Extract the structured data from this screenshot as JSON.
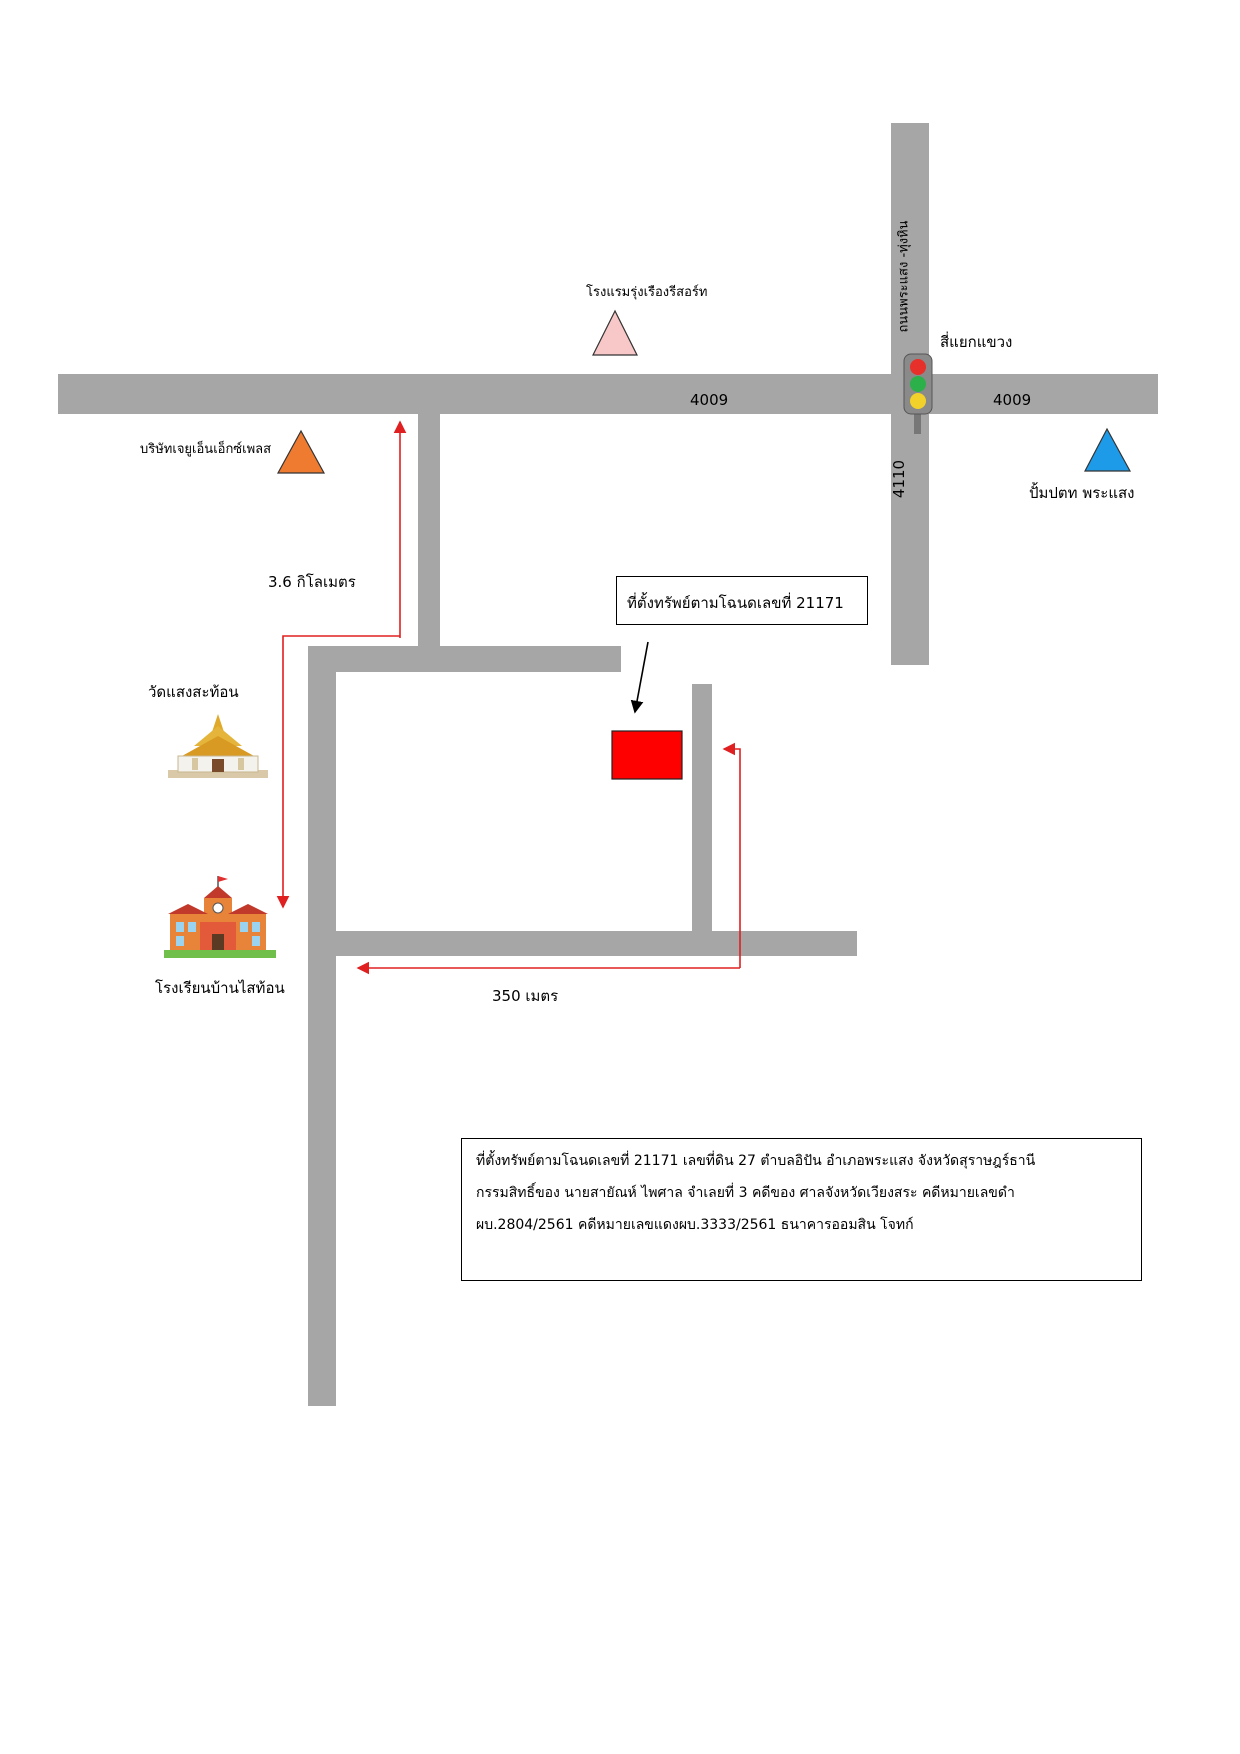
{
  "roads": {
    "main_left_label": "4009",
    "main_right_label": "4009",
    "vertical_label": "4110",
    "vertical_name": "ถนนพระแสง -ทุ่งหิน"
  },
  "landmarks": {
    "intersection": "สี่แยกแขวง",
    "hotel": "โรงแรมรุ่งเรืองรีสอร์ท",
    "company": "บริษัทเจยูเอ็นเอ็กซ์เพลส",
    "gas_station": "ปั้มปตท พระแสง",
    "temple": "วัดแสงสะท้อน",
    "school": "โรงเรียนบ้านไสท้อน"
  },
  "distances": {
    "long": "3.6 กิโลเมตร",
    "short": "350  เมตร"
  },
  "property_callout": "ที่ตั้งทรัพย์ตามโฉนดเลขที่  21171",
  "info_box": {
    "line1": "ที่ตั้งทรัพย์ตามโฉนดเลขที่ 21171  เลขที่ดิน 27  ตำบลอิปัน อำเภอพระแสง จังหวัดสุราษฎร์ธานี",
    "line2": "กรรมสิทธิ์ของ นายสายัณห์  ไพศาล  จำเลยที่  3  คดีของ  ศาลจังหวัดเวียงสระ คดีหมายเลขดำ",
    "line3": "ผบ.2804/2561      คดีหมายเลขแดงผบ.3333/2561    ธนาคารออมสิน โจทก์"
  },
  "colors": {
    "road": "#a6a6a6",
    "arrow": "#e02020",
    "property": "#ff0000",
    "hotel_marker": "#f8c8c8",
    "company_marker": "#ee7b30",
    "gas_marker": "#1e9be8"
  },
  "icons": [
    "traffic-light-icon",
    "temple-icon",
    "school-icon"
  ]
}
